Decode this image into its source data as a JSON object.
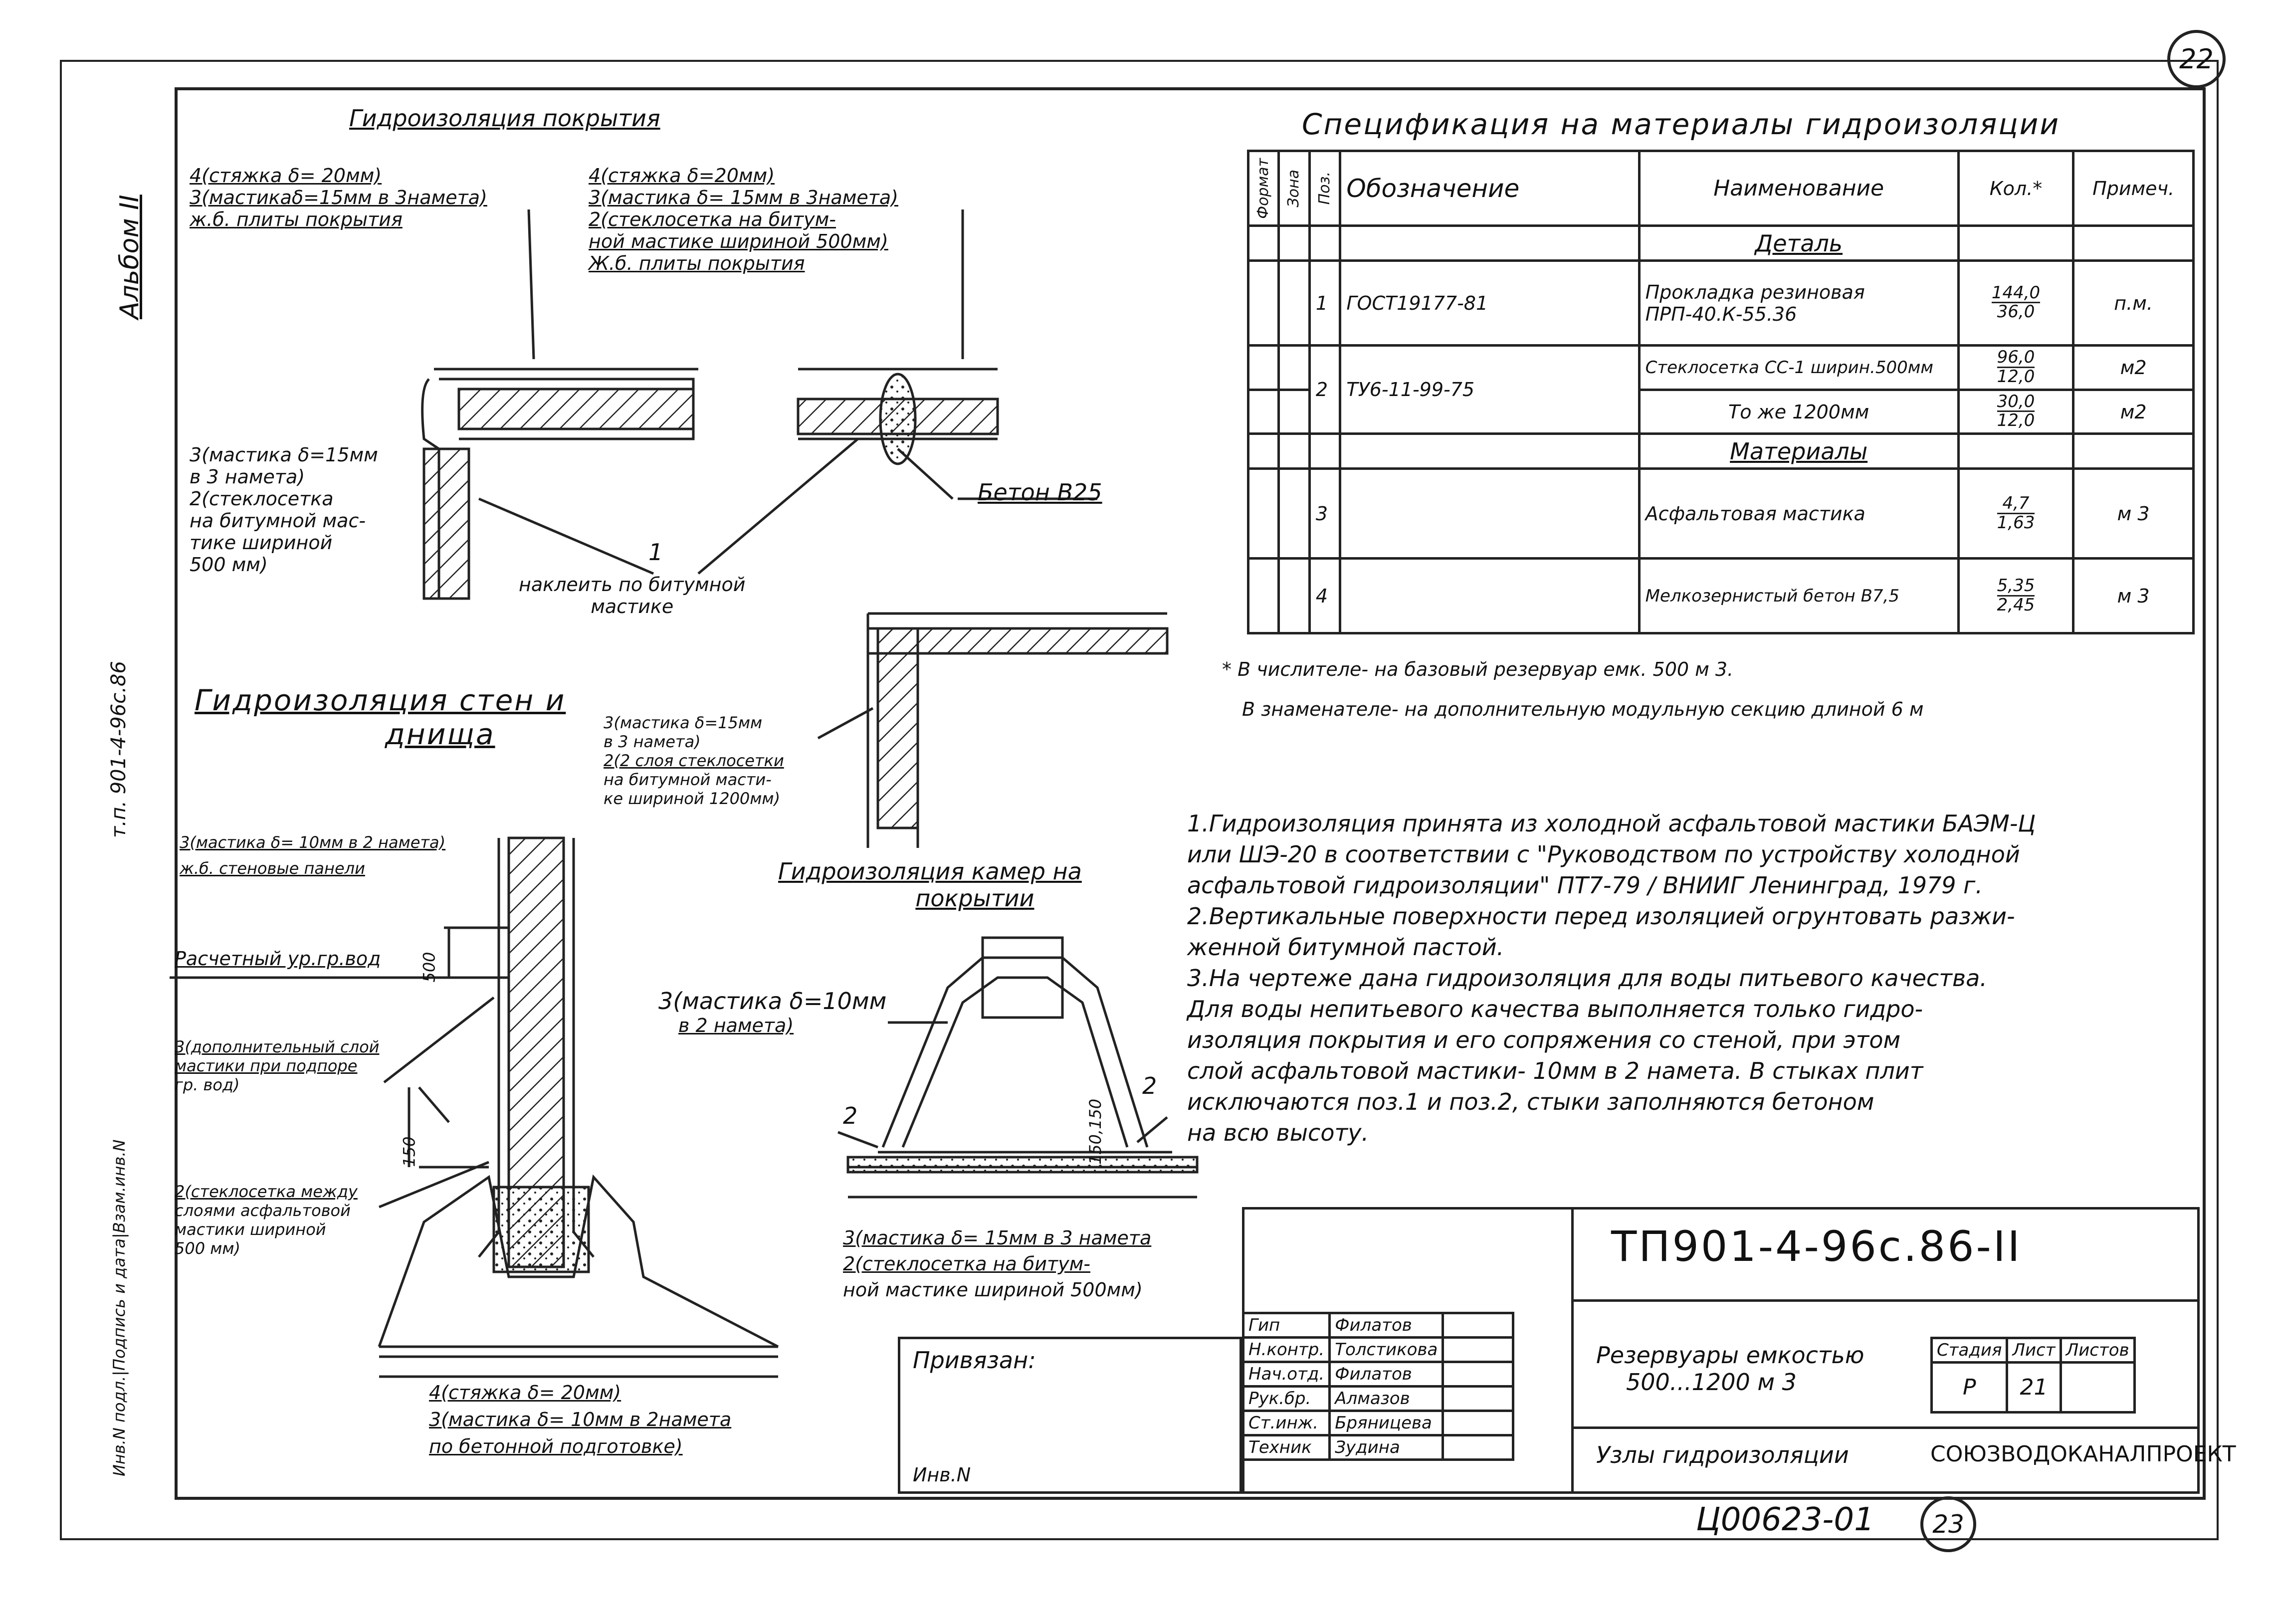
{
  "sheet_no": "22",
  "bottom_sheet_no": "23",
  "album": "Альбом II",
  "side_code": "т.п. 901-4-96с.86",
  "side_stamp": "Инв.N подл.|Подпись и дата|Взам.инв.N",
  "bottom_code": "Ц00623-01",
  "roof": {
    "title": "Гидроизоляция покрытия",
    "left_callout": [
      "4(стяжка δ= 20мм)",
      "3(мастикаδ=15мм в 3намета)",
      "ж.б. плиты покрытия"
    ],
    "right_callout": [
      "4(стяжка δ=20мм)",
      "3(мастика δ= 15мм в 3намета)",
      "2(стеклосетка на битум-",
      "ной мастике шириной 500мм)",
      "Ж.б. плиты покрытия"
    ],
    "side_callout": [
      "3(мастика δ=15мм",
      "в 3 намета)",
      "2(стеклосетка",
      "на битумной мас-",
      "тике шириной",
      "500 мм)"
    ],
    "beton": "Бетон В25",
    "pos1_num": "1",
    "pos1_text": [
      "наклеить по битумной",
      "мастике"
    ]
  },
  "walls": {
    "title": [
      "Гидроизоляция стен и",
      "днища"
    ],
    "callout_top": [
      "3(мастика δ= 10мм в 2 намета)",
      "ж.б. стеновые панели"
    ],
    "water_level": "Расчетный ур.гр.вод",
    "dim_500": "500",
    "dim_150": "150",
    "extra_layer": [
      "3(дополнительный слой",
      "мастики при подпоре",
      "гр. вод)"
    ],
    "mesh": [
      "2(стеклосетка между",
      "слоями асфальтовой",
      "мастики шириной",
      "500 мм)"
    ],
    "bottom": [
      "4(стяжка δ= 20мм)",
      "3(мастика δ= 10мм в 2намета",
      "по бетонной подготовке)"
    ]
  },
  "corner": {
    "callout": [
      "3(мастика δ=15мм",
      "в 3 намета)",
      "2(2 слоя стеклосетки",
      "на битумной масти-",
      "ке шириной 1200мм)"
    ]
  },
  "chambers": {
    "title": [
      "Гидроизоляция камер на",
      "покрытии"
    ],
    "callout": [
      "3(мастика δ=10мм",
      "в 2 намета)"
    ],
    "label2_left": "2",
    "label2_right": "2",
    "dims": "150,150",
    "bottom": [
      "3(мастика δ= 15мм в 3 намета",
      "2(стеклосетка на битум-",
      "ной мастике шириной 500мм)"
    ]
  },
  "spec": {
    "title": "Спецификация на материалы гидроизоляции",
    "headers": {
      "format": "Формат",
      "zone": "Зона",
      "pos": "Поз.",
      "designation": "Обозначение",
      "name": "Наименование",
      "qty": "Кол.*",
      "note": "Примеч."
    },
    "section_detail": "Деталь",
    "section_materials": "Материалы",
    "rows": [
      {
        "pos": "1",
        "designation": "ГОСТ19177-81",
        "name": [
          "Прокладка резиновая",
          "ПРП-40.К-55.36"
        ],
        "qty_top": "144,0",
        "qty_bot": "36,0",
        "note": "п.м."
      },
      {
        "pos": "2",
        "designation": "ТУ6-11-99-75",
        "name": [
          "Стеклосетка СС-1 ширин.500мм"
        ],
        "qty_top": "96,0",
        "qty_bot": "12,0",
        "note": "м2"
      },
      {
        "pos": "",
        "designation": "",
        "name": [
          "То же 1200мм"
        ],
        "qty_top": "30,0",
        "qty_bot": "12,0",
        "note": "м2"
      },
      {
        "pos": "3",
        "designation": "",
        "name": [
          "Асфальтовая мастика"
        ],
        "qty_top": "4,7",
        "qty_bot": "1,63",
        "note": "м 3"
      },
      {
        "pos": "4",
        "designation": "",
        "name": [
          "Мелкозернистый бетон В7,5"
        ],
        "qty_top": "5,35",
        "qty_bot": "2,45",
        "note": "м 3"
      }
    ],
    "footnote": [
      "* В числителе- на базовый резервуар емк. 500 м 3.",
      "В знаменателе- на дополнительную модульную секцию длиной 6 м"
    ]
  },
  "notes": [
    "1.Гидроизоляция принята из холодной асфальтовой мастики БАЭМ-Ц",
    "или ШЭ-20 в соответствии с \"Руководством по устройству холодной",
    "асфальтовой гидроизоляции\" ПТ7-79 / ВНИИГ Ленинград, 1979 г.",
    "2.Вертикальные поверхности перед изоляцией огрунтовать разжи-",
    "женной битумной пастой.",
    "3.На чертеже дана гидроизоляция для воды питьевого качества.",
    "Для воды непитьевого качества выполняется только гидро-",
    "изоляция покрытия и его сопряжения со стеной, при этом",
    "слой асфальтовой мастики- 10мм в 2 намета. В стыках плит",
    "исключаются поз.1 и поз.2, стыки заполняются бетоном",
    "на всю высоту."
  ],
  "title_block": {
    "code": "ТП901-4-96с.86-II",
    "bound": "Привязан:",
    "inv": "Инв.N",
    "object": [
      "Резервуары емкостью",
      "500...1200 м 3"
    ],
    "sheet_title": "Узлы гидроизоляции",
    "org": "СОЮЗВОДОКАНАЛПРОЕКТ",
    "stage_h": "Стадия",
    "sheet_h": "Лист",
    "sheets_h": "Листов",
    "stage": "Р",
    "sheet": "21",
    "sheets": "",
    "staff": [
      {
        "role": "Гип",
        "name": "Филатов"
      },
      {
        "role": "Н.контр.",
        "name": "Толстикова"
      },
      {
        "role": "Нач.отд.",
        "name": "Филатов"
      },
      {
        "role": "Рук.бр.",
        "name": "Алмазов"
      },
      {
        "role": "Ст.инж.",
        "name": "Бряницева"
      },
      {
        "role": "Техник",
        "name": "Зудина"
      }
    ]
  }
}
